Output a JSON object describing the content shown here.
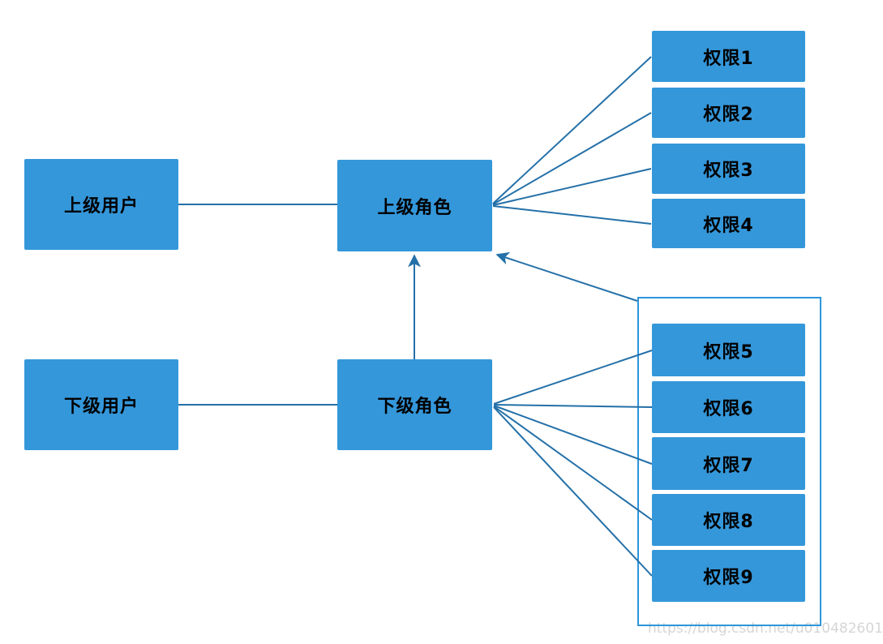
{
  "diagram": {
    "title_semantic": "role-permission-hierarchy-diagram",
    "nodes": {
      "superior_user": {
        "label": "上级用户"
      },
      "superior_role": {
        "label": "上级角色"
      },
      "subordinate_user": {
        "label": "下级用户"
      },
      "subordinate_role": {
        "label": "下级角色"
      }
    },
    "permissions_top": [
      {
        "label": "权限1"
      },
      {
        "label": "权限2"
      },
      {
        "label": "权限3"
      },
      {
        "label": "权限4"
      }
    ],
    "permissions_group": [
      {
        "label": "权限5"
      },
      {
        "label": "权限6"
      },
      {
        "label": "权限7"
      },
      {
        "label": "权限8"
      },
      {
        "label": "权限9"
      }
    ],
    "edges": [
      {
        "from": "superior_user",
        "to": "superior_role",
        "arrow": false
      },
      {
        "from": "subordinate_user",
        "to": "subordinate_role",
        "arrow": false
      },
      {
        "from": "subordinate_role",
        "to": "superior_role",
        "arrow": true
      },
      {
        "from": "permission_group_5_9",
        "to": "superior_role",
        "arrow": true
      },
      {
        "from": "superior_role",
        "to": "权限1",
        "arrow": false
      },
      {
        "from": "superior_role",
        "to": "权限2",
        "arrow": false
      },
      {
        "from": "superior_role",
        "to": "权限3",
        "arrow": false
      },
      {
        "from": "superior_role",
        "to": "权限4",
        "arrow": false
      },
      {
        "from": "subordinate_role",
        "to": "权限5",
        "arrow": false
      },
      {
        "from": "subordinate_role",
        "to": "权限6",
        "arrow": false
      },
      {
        "from": "subordinate_role",
        "to": "权限7",
        "arrow": false
      },
      {
        "from": "subordinate_role",
        "to": "权限8",
        "arrow": false
      },
      {
        "from": "subordinate_role",
        "to": "权限9",
        "arrow": false
      }
    ],
    "watermark": "https://blog.csdn.net/u010482601",
    "colors": {
      "node_fill": "#3497DA",
      "connector": "#2470A8",
      "group_border": "#2F96DB",
      "text": "#000000",
      "watermark": "#D6D6D6"
    }
  }
}
